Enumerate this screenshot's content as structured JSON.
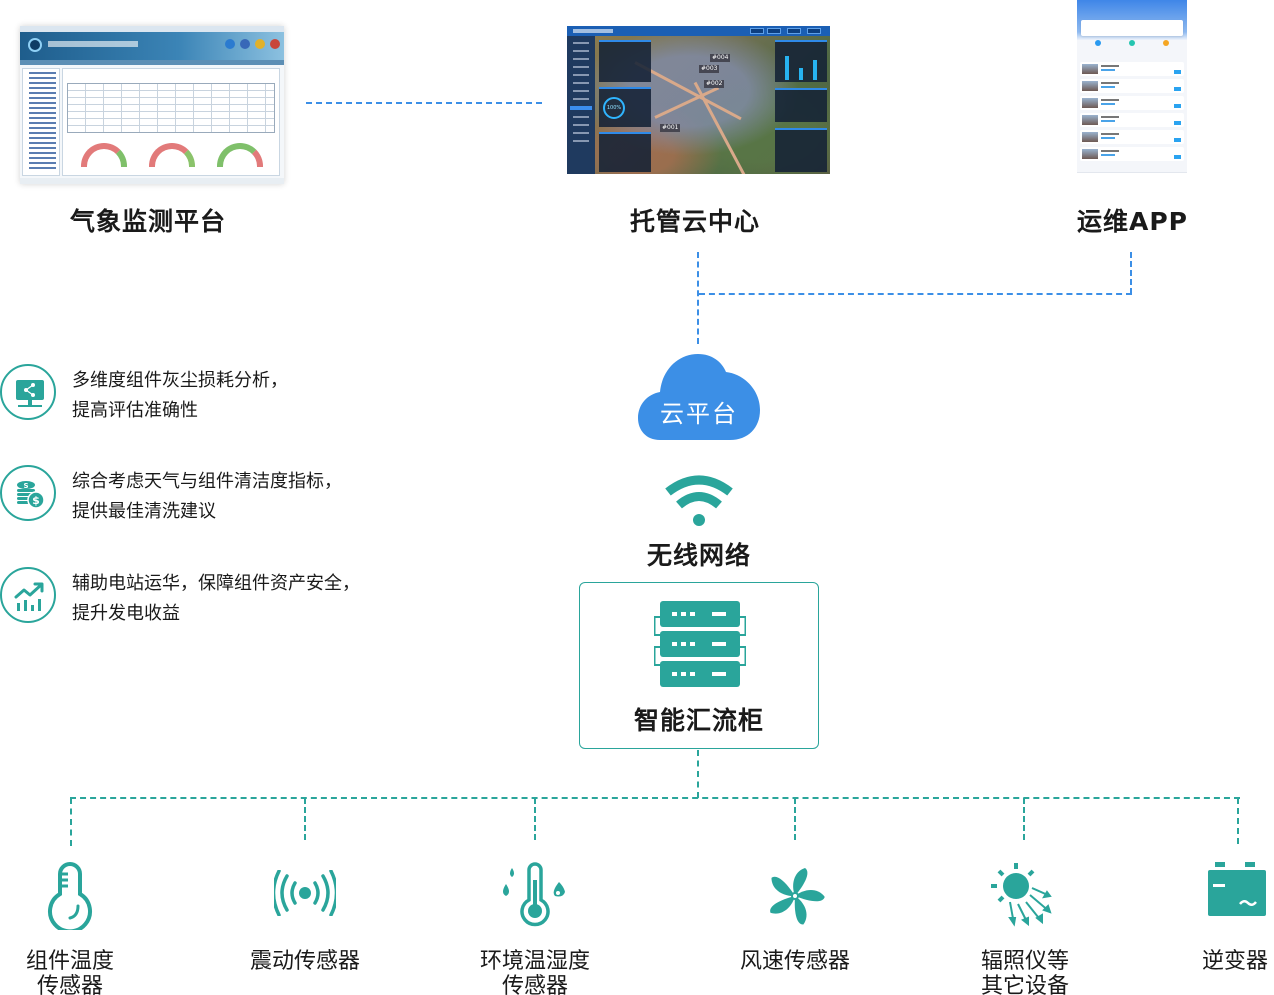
{
  "top_systems": {
    "weather": {
      "label": "气象监测平台",
      "screenshot": "weather-monitoring-platform-screenshot"
    },
    "cloud_center": {
      "label": "托管云中心",
      "screenshot": "cloud-center-dashboard-screenshot",
      "map_labels": [
        "#004",
        "#003",
        "#002",
        "#001"
      ],
      "gauge_value": "100%"
    },
    "app": {
      "label": "运维APP",
      "screenshot": "om-mobile-app-screenshot"
    }
  },
  "features": [
    {
      "icon": "monitor-share-icon",
      "lines": [
        "多维度组件灰尘损耗分析，",
        "提高评估准确性"
      ]
    },
    {
      "icon": "coins-dollar-icon",
      "lines": [
        "综合考虑天气与组件清洁度指标，",
        "提供最佳清洗建议"
      ]
    },
    {
      "icon": "chart-trend-up-icon",
      "lines": [
        "辅助电站运华，保障组件资产安全，",
        "提升发电收益"
      ]
    }
  ],
  "center": {
    "cloud_label": "云平台",
    "network_label": "无线网络",
    "combiner_label": "智能汇流柜"
  },
  "devices": [
    {
      "icon": "thermometer-icon",
      "lines": [
        "组件温度",
        "传感器"
      ]
    },
    {
      "icon": "vibration-signal-icon",
      "lines": [
        "震动传感器"
      ]
    },
    {
      "icon": "thermometer-droplets-icon",
      "lines": [
        "环境温湿度",
        "传感器"
      ]
    },
    {
      "icon": "fan-icon",
      "lines": [
        "风速传感器"
      ]
    },
    {
      "icon": "sun-radiation-icon",
      "lines": [
        "辐照仪等",
        "其它设备"
      ]
    },
    {
      "icon": "inverter-battery-icon",
      "lines": [
        "逆变器"
      ]
    }
  ],
  "colors": {
    "teal": "#2aa59b",
    "blue": "#3c8fe6",
    "text": "#1a1a1a"
  }
}
